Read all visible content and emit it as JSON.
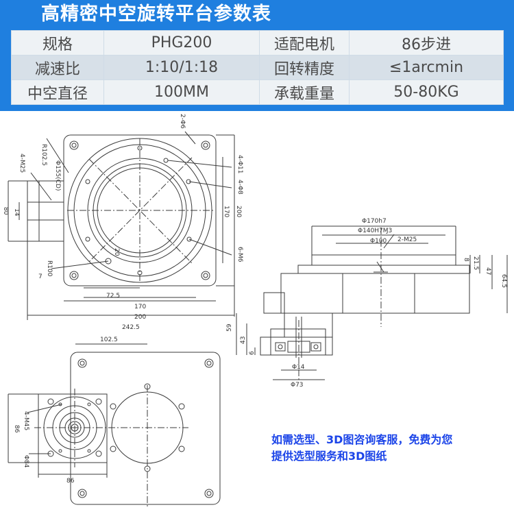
{
  "title": "高精密中空旋转平台参数表",
  "specs": [
    [
      "规格",
      "PHG200",
      "适配电机",
      "86步进"
    ],
    [
      "减速比",
      "1:10/1:18",
      "回转精度",
      "≤1arcmin"
    ],
    [
      "中空直径",
      "100MM",
      "承载重量",
      "50-80KG"
    ]
  ],
  "note": {
    "line1": "如需选型、3D图咨询客服，免费为您",
    "line2": "提供选型服务和3D图纸"
  },
  "colors": {
    "header_bg": "#1f7fdf",
    "note_text": "#1b44e8",
    "drawing_line": "#3a3a3a"
  },
  "dims": {
    "top_view": {
      "d155": "Φ155(CD)",
      "r1025": "R102.5",
      "m25": "4-M25",
      "phi6": "2-Φ6",
      "d11": "4-Φ11",
      "d8": "4-Φ8",
      "m6": "6-M6",
      "r100": "R100",
      "v80": "80",
      "v14": "14",
      "v7": "7",
      "v20": "20",
      "h725": "72.5",
      "h170": "170",
      "h200": "200",
      "h2425": "242.5",
      "v170": "170",
      "v200": "200"
    },
    "side_view": {
      "d170h7": "Φ170h7",
      "d140h7": "Φ140H7Ɱ3",
      "d100": "Φ100",
      "m25": "2-M25",
      "v8": "8",
      "v215": "21.5",
      "v47": "47",
      "v645": "64.5",
      "v59": "59",
      "v43": "43",
      "v6": "6",
      "d14": "Φ14",
      "d73": "Φ73"
    },
    "bottom_view": {
      "h1025": "102.5",
      "m45": "4-M45",
      "v86": "86",
      "d84": "Φ84",
      "h86": "86"
    }
  }
}
